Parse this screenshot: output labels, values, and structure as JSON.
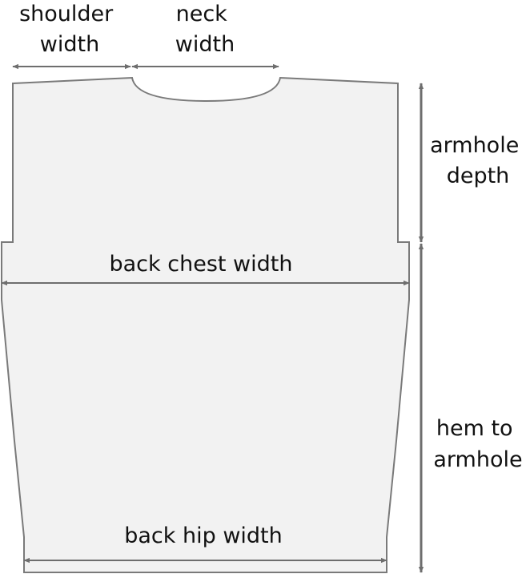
{
  "labels": {
    "shoulder_width": [
      "shoulder",
      "width"
    ],
    "neck_width": [
      "neck",
      "width"
    ],
    "armhole_depth": [
      "armhole",
      "depth"
    ],
    "back_chest_width": "back chest width",
    "hem_to_armhole": [
      "hem to",
      "armhole"
    ],
    "back_hip_width": "back hip width"
  },
  "colors": {
    "piece_fill": "#f2f2f2",
    "piece_outline": "#7a7a7a",
    "arrow": "#6e6e6e",
    "text": "#111111"
  }
}
